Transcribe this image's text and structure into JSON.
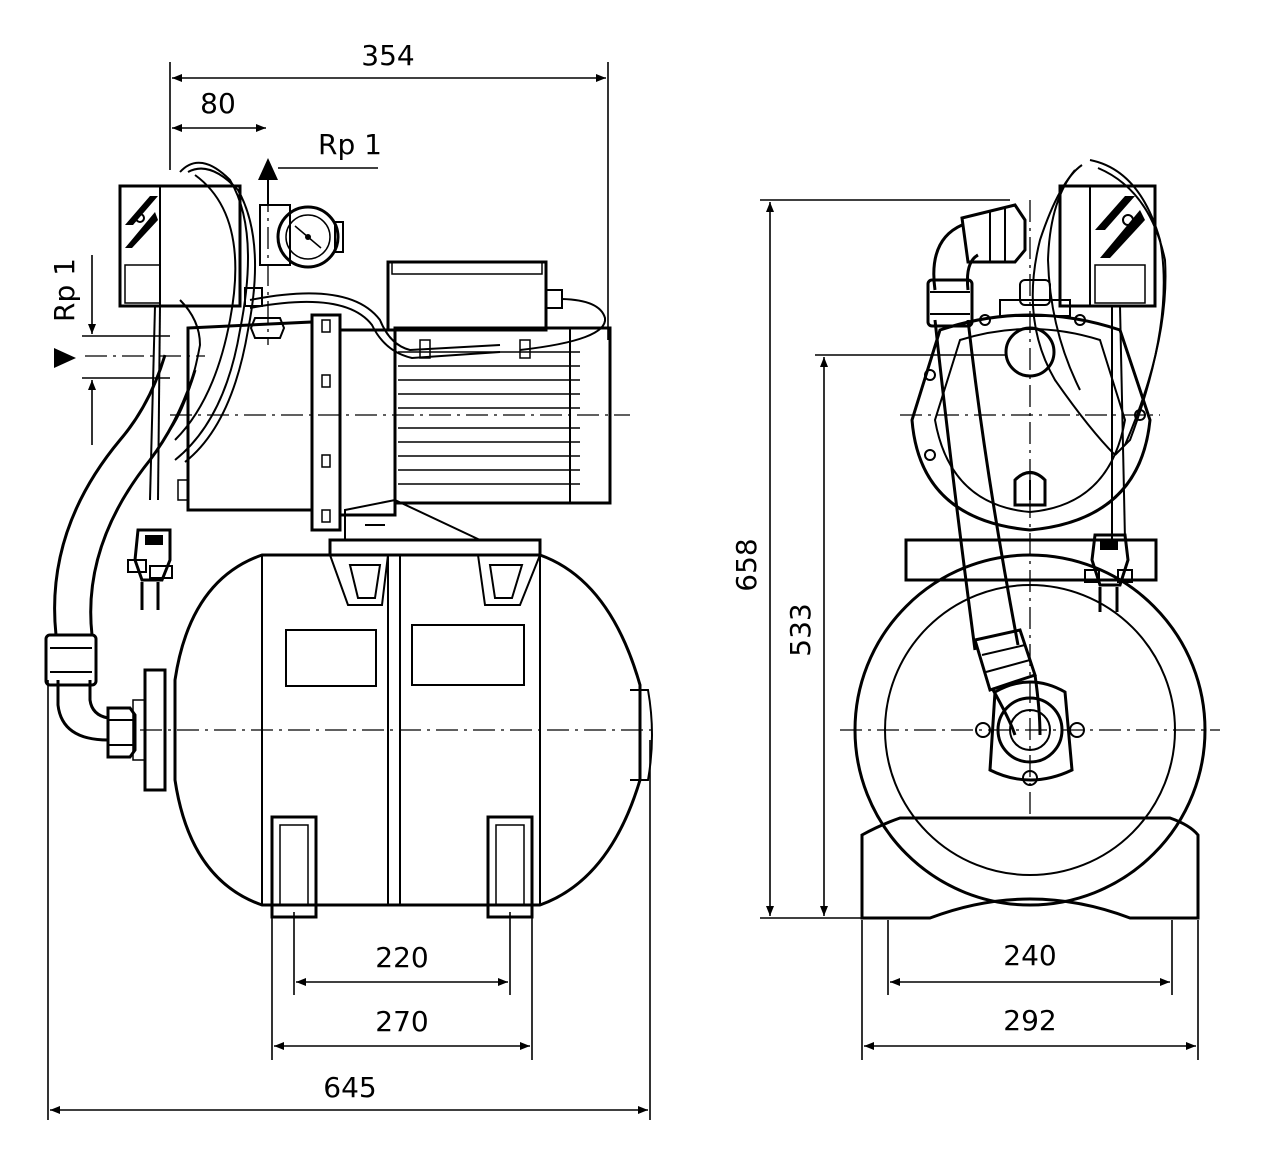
{
  "dimensions": {
    "overall_width": "645",
    "unit_depth_top": "354",
    "inlet_offset": "80",
    "foot_inner": "220",
    "foot_outer": "270",
    "overall_height": "658",
    "axis_height": "533",
    "base_inner": "240",
    "base_outer": "292"
  },
  "connections": {
    "outlet": "Rp 1",
    "inlet": "Rp 1"
  }
}
